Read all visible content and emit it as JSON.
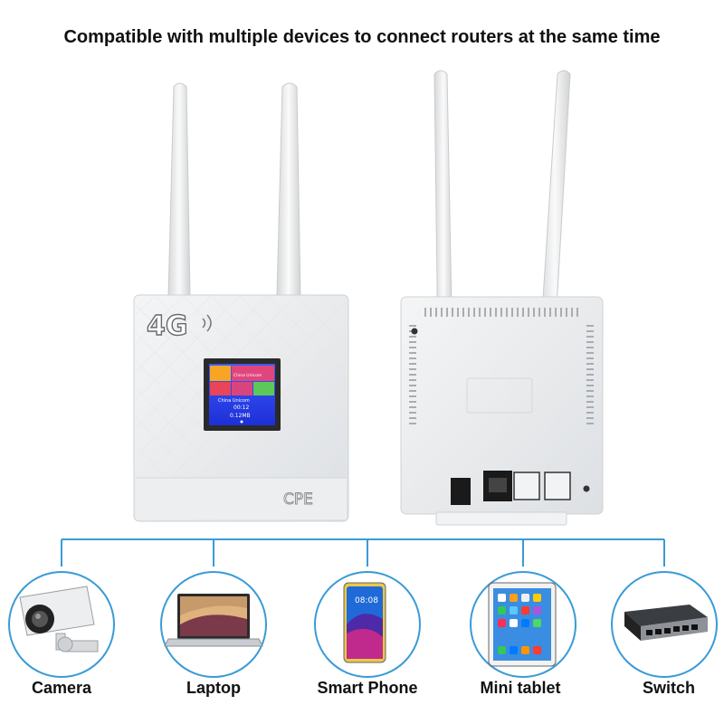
{
  "headline": "Compatible with multiple devices to connect routers at the same time",
  "router_front": {
    "badge": "4G",
    "brand": "CPE",
    "screen": {
      "operator_top": "China Unicom",
      "operator": "China Unicom",
      "time": "00:12",
      "data": "0.12MB"
    }
  },
  "devices": [
    {
      "label": "Camera",
      "icon": "camera-icon"
    },
    {
      "label": "Laptop",
      "icon": "laptop-icon"
    },
    {
      "label": "Smart Phone",
      "icon": "smartphone-icon"
    },
    {
      "label": "Mini tablet",
      "icon": "tablet-icon"
    },
    {
      "label": "Switch",
      "icon": "network-switch-icon"
    }
  ],
  "colors": {
    "connector_line": "#3a9bd6",
    "circle_border": "#3a9bd6",
    "router_body": "#eef0f2"
  }
}
